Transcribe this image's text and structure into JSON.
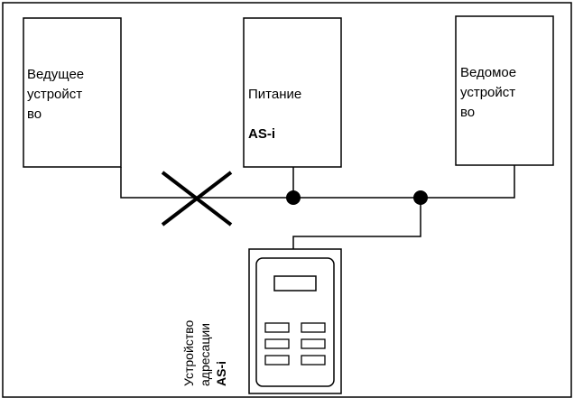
{
  "colors": {
    "stroke": "#000000",
    "background": "#ffffff"
  },
  "master": {
    "label": "Ведущее\nустройст\nво"
  },
  "power": {
    "label_line1": "Питание",
    "label_line2": "AS-i"
  },
  "slave": {
    "label": "Ведомое\nустройст\nво"
  },
  "addressing_device": {
    "label_line1": "Устройство",
    "label_line2": "адресации",
    "label_line3": "AS-i"
  },
  "connection": {
    "master_link": "disconnected"
  }
}
